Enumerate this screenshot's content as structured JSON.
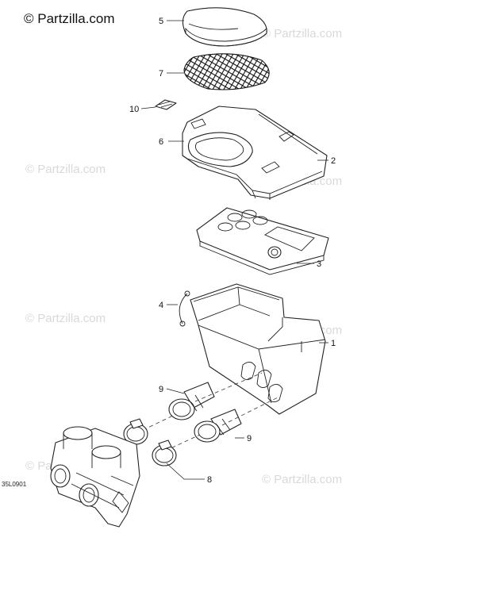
{
  "watermark": {
    "brand": "© Partzilla.com",
    "faint": "© Partzilla.com"
  },
  "diagram_code": "35L0901",
  "callouts": {
    "c1": "1",
    "c2": "2",
    "c3": "3",
    "c4": "4",
    "c5": "5",
    "c6": "6",
    "c7": "7",
    "c8": "8",
    "c9a": "9",
    "c9b": "9",
    "c10": "10"
  },
  "colors": {
    "line": "#222222",
    "watermark": "#d9d9d9",
    "background": "#ffffff"
  }
}
